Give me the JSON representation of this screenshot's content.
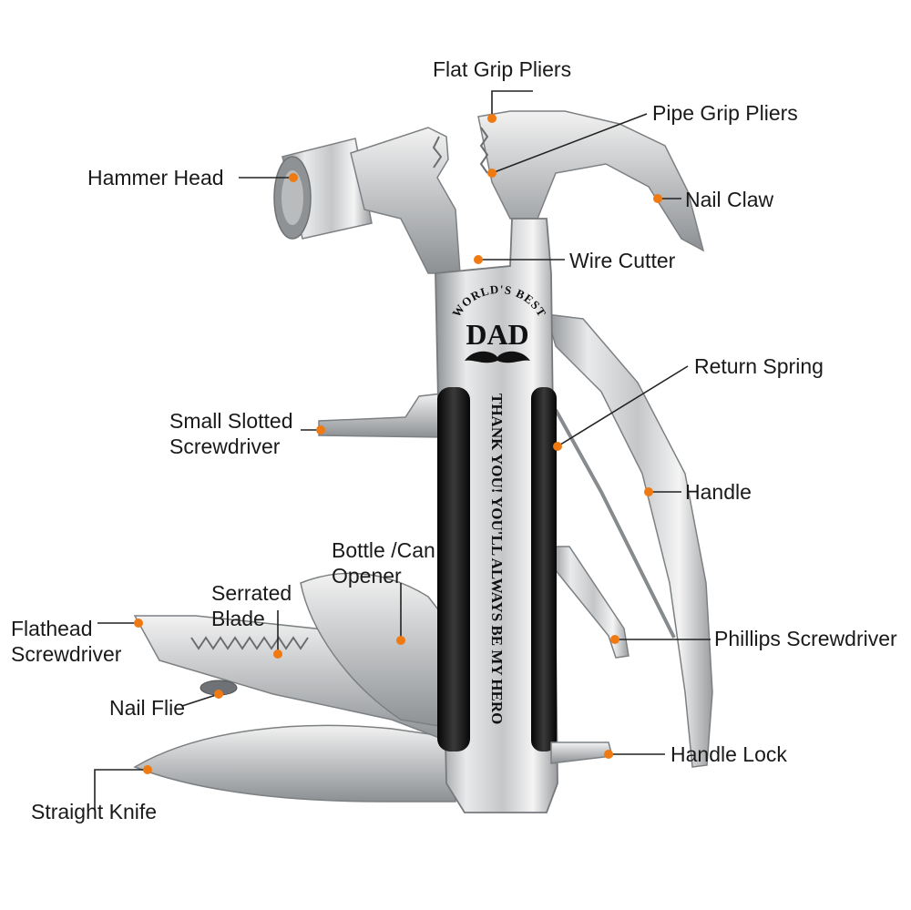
{
  "labels": {
    "flat_grip_pliers": "Flat Grip Pliers",
    "pipe_grip_pliers": "Pipe Grip Pliers",
    "hammer_head": "Hammer Head",
    "nail_claw": "Nail Claw",
    "wire_cutter": "Wire Cutter",
    "return_spring": "Return Spring",
    "small_slotted_line1": "Small Slotted",
    "small_slotted_line2": "Screwdriver",
    "handle": "Handle",
    "bottle_opener_line1": "Bottle /Can",
    "bottle_opener_line2": "Opener",
    "serrated_line1": "Serrated",
    "serrated_line2": "Blade",
    "flathead_line1": "Flathead",
    "flathead_line2": "Screwdriver",
    "phillips": "Phillips Screwdriver",
    "nail_file": "Nail Flie",
    "handle_lock": "Handle Lock",
    "straight_knife": "Straight Knife"
  },
  "engraving": {
    "arc_text": "WORLD'S BEST",
    "name": "DAD",
    "message": "THANK YOU! YOU'LL ALWAYS BE MY HERO"
  },
  "colors": {
    "marker": "#f07a12",
    "steel": "#c9cbcd",
    "grip": "#1b1b1b",
    "text": "#1a1a1a"
  }
}
